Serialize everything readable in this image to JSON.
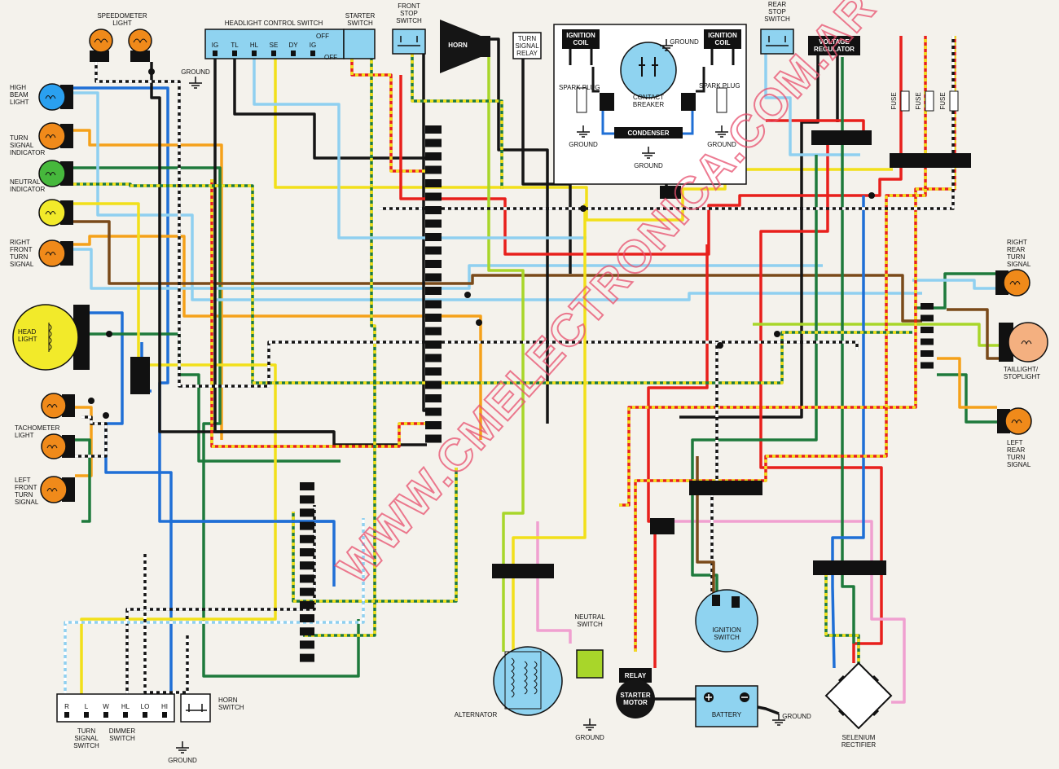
{
  "labels": {
    "speedometer": "SPEEDOMETER\nLIGHT",
    "high_beam": "HIGH\nBEAM\nLIGHT",
    "turn_indicator": "TURN\nSIGNAL\nINDICATOR",
    "neutral_indicator": "NEUTRAL\nINDICATOR",
    "right_front_turn": "RIGHT\nFRONT\nTURN\nSIGNAL",
    "headlight": "HEAD\nLIGHT",
    "tachometer": "TACHOMETER\nLIGHT",
    "left_front_turn": "LEFT\nFRONT\nTURN\nSIGNAL",
    "headlight_switch": "HEADLIGHT CONTROL SWITCH",
    "starter_switch": "STARTER\nSWITCH",
    "front_stop": "FRONT\nSTOP\nSWITCH",
    "horn": "HORN",
    "turn_relay": "TURN\nSIGNAL\nRELAY",
    "ignition_coil_l": "IGNITION\nCOIL",
    "ignition_coil_r": "IGNITION\nCOIL",
    "spark_plug_l": "SPARK PLUG",
    "spark_plug_r": "SPARK PLUG",
    "contact_breaker": "CONTACT\nBREAKER",
    "condenser": "CONDENSER",
    "rear_stop": "REAR\nSTOP\nSWITCH",
    "voltage_regulator": "VOLTAGE\nREGULATOR",
    "fuse1": "FUSE",
    "fuse2": "FUSE",
    "fuse3": "FUSE",
    "right_rear_turn": "RIGHT\nREAR\nTURN\nSIGNAL",
    "taillight": "TAILLIGHT/\nSTOPLIGHT",
    "left_rear_turn": "LEFT\nREAR\nTURN\nSIGNAL",
    "ignition_switch": "IGNITION\nSWITCH",
    "relay": "RELAY",
    "starter_motor": "STARTER\nMOTOR",
    "battery": "BATTERY",
    "selenium": "SELENIUM\nRECTIFIER",
    "alternator": "ALTERNATOR",
    "neutral_switch": "NEUTRAL\nSWITCH",
    "turn_switch": "TURN\nSIGNAL\nSWITCH",
    "dimmer_switch": "DIMMER\nSWITCH",
    "horn_switch": "HORN\nSWITCH",
    "ground": "GROUND",
    "off": "OFF"
  },
  "headlight_switch_terminals": [
    "IG",
    "TL",
    "HL",
    "SE",
    "DY",
    "IG"
  ],
  "handlebar_terminals": [
    "R",
    "L",
    "W",
    "HL",
    "LO",
    "HI"
  ],
  "watermark": "WWW.CMELECTRONICA.COM.AR",
  "colors": {
    "blue": "#1f6fd6",
    "lightblue": "#8fd0f0",
    "yellow": "#f2e01a",
    "green": "#1e7a3c",
    "lime": "#a8d62a",
    "red": "#e8201c",
    "orange": "#f5a11a",
    "brown": "#7a4a1a",
    "black": "#151515",
    "pink": "#f0a0d0",
    "white": "#ffffff",
    "component_blue": "#8fd3f0",
    "lamp_orange": "#f08a1a",
    "lamp_blue": "#2aa0f0",
    "lamp_green": "#46b83c",
    "lamp_yellow": "#f2ea2a"
  }
}
